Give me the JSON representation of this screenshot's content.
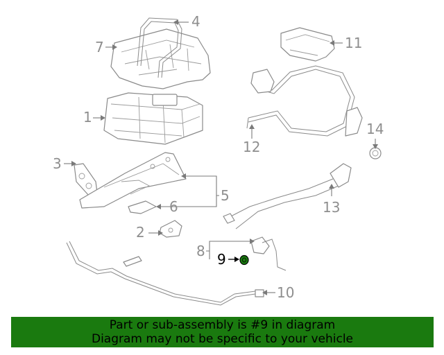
{
  "diagram": {
    "callouts": [
      "1",
      "2",
      "3",
      "4",
      "5",
      "6",
      "7",
      "8",
      "9",
      "10",
      "11",
      "12",
      "13",
      "14"
    ],
    "highlighted_part": "9",
    "highlight_color": "#1a7a0f"
  },
  "banner": {
    "line1": "Part or sub-assembly is #9 in diagram",
    "line2": "Diagram may not be specific to your vehicle",
    "background": "#1a7a0f"
  }
}
